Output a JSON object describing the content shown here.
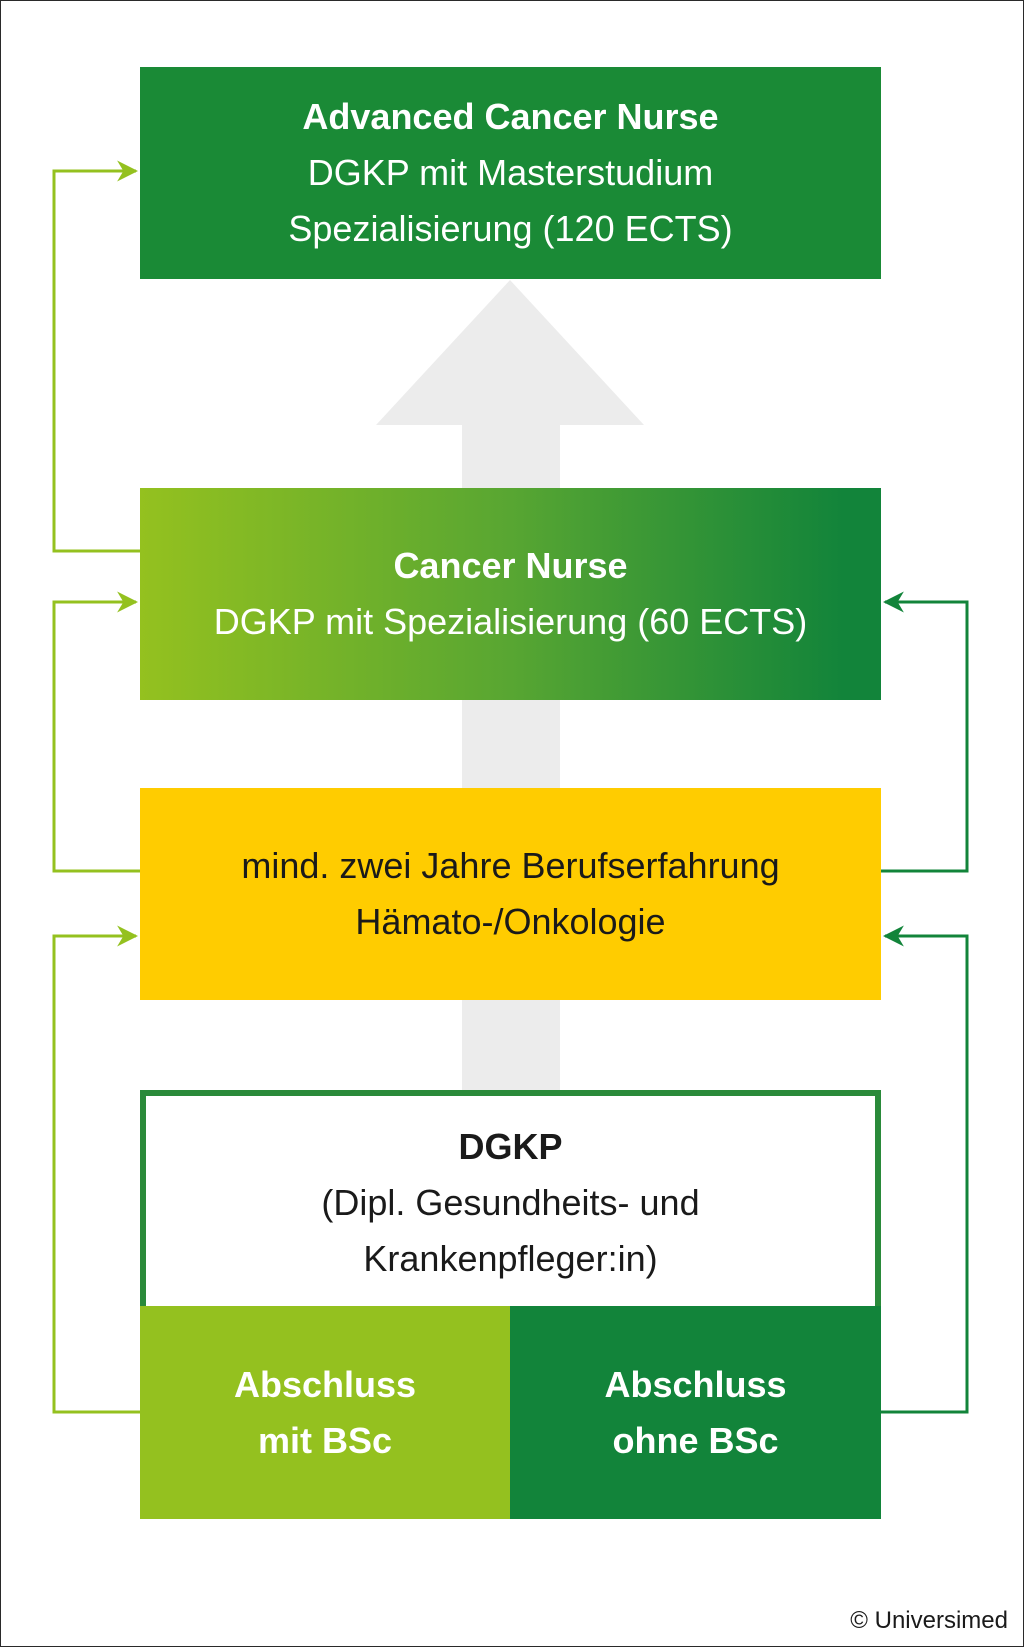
{
  "colors": {
    "dark_green": "#12843a",
    "mid_green": "#1a8a36",
    "light_green": "#94c11f",
    "yellow": "#ffcc00",
    "arrow_grey": "#ececec"
  },
  "advanced": {
    "title": "Advanced Cancer Nurse",
    "line1": "DGKP mit Masterstudium",
    "line2": "Spezialisierung (120 ECTS)"
  },
  "cancer": {
    "title": "Cancer Nurse",
    "line1": "DGKP mit Spezialisierung (60 ECTS)"
  },
  "experience": {
    "line1": "mind. zwei Jahre Berufserfahrung",
    "line2": "Hämato-/Onkologie"
  },
  "dgkp": {
    "title": "DGKP",
    "line1": "(Dipl. Gesundheits- und",
    "line2": "Krankenpfleger:in)"
  },
  "bsc_with": {
    "line1": "Abschluss",
    "line2": "mit BSc"
  },
  "bsc_without": {
    "line1": "Abschluss",
    "line2": "ohne BSc"
  },
  "copyright": "© Universimed"
}
